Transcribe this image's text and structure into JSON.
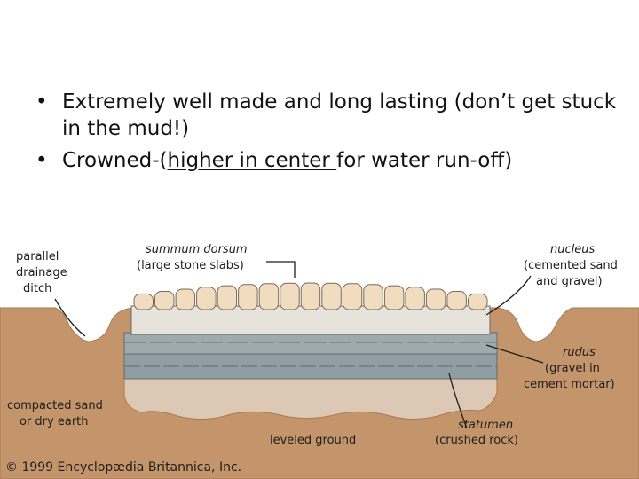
{
  "bullets": [
    {
      "text": "Extremely well made and long lasting (don’t get stuck in the mud!)"
    },
    {
      "before": "Crowned-(",
      "underlined": "higher in center ",
      "after": "for water run-off)"
    }
  ],
  "bullet_glyph": "•",
  "diagram": {
    "labels": {
      "ditch": [
        "parallel",
        "drainage",
        "ditch"
      ],
      "summum_dorsum": "summum dorsum",
      "summum_dorsum_desc": "(large stone slabs)",
      "nucleus": "nucleus",
      "nucleus_desc": [
        "(cemented sand",
        "and gravel)"
      ],
      "rudus": "rudus",
      "rudus_desc": [
        "(gravel in",
        "cement mortar)"
      ],
      "compacted": [
        "compacted sand",
        "or dry earth"
      ],
      "leveled": "leveled ground",
      "statumen": "statumen",
      "statumen_desc": "(crushed rock)",
      "copyright": "© 1999 Encyclopædia Britannica, Inc."
    },
    "colors": {
      "earth": "#c4946a",
      "earth_dark": "#a97a52",
      "base_light": "#dcc8b4",
      "statumen": "#8f9ea3",
      "rudus": "#9daaae",
      "nucleus": "#e6e2dc",
      "slabs": "#f1dcc0"
    }
  }
}
